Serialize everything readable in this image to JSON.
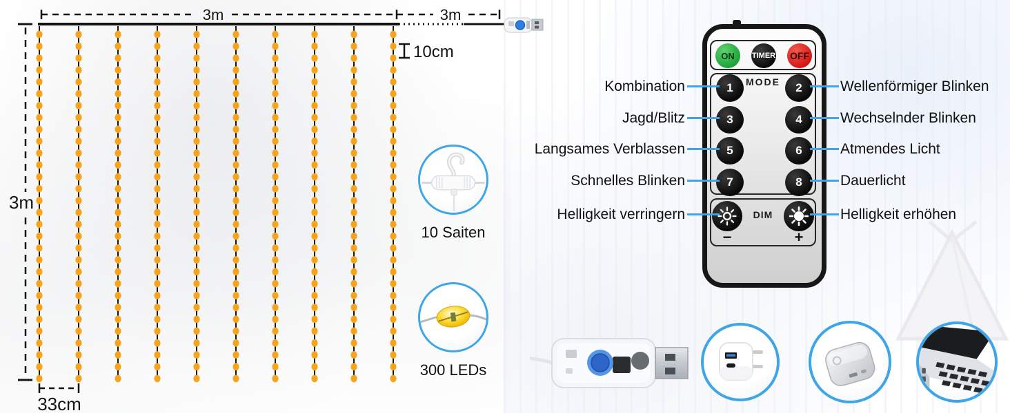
{
  "curtain": {
    "top_width_label": "3m",
    "lead_wire_label": "3m",
    "height_label": "3m",
    "led_spacing_label": "10cm",
    "strand_spacing_label": "33cm",
    "strand_count": 10,
    "leds_per_strand": 30,
    "led_color": "#F6A41E"
  },
  "callouts": {
    "strings": {
      "label": "10 Saiten",
      "icon": "hook-icon"
    },
    "leds": {
      "label": "300 LEDs",
      "icon": "led-bulb-icon"
    }
  },
  "remote": {
    "power": {
      "on": "ON",
      "timer": "TIMER",
      "off": "OFF"
    },
    "mode_title": "MODE",
    "modes": [
      "1",
      "2",
      "3",
      "4",
      "5",
      "6",
      "7",
      "8"
    ],
    "dim_title": "DIM",
    "dim_minus": "−",
    "dim_plus": "+",
    "accent_color": "#3FA5E6"
  },
  "function_labels": {
    "left": [
      "Kombination",
      "Jagd/Blitz",
      "Langsames Verblassen",
      "Schnelles Blinken",
      "Helligkeit verringern"
    ],
    "right": [
      "Wellenförmiger Blinken",
      "Wechselnder Blinken",
      "Atmendes Licht",
      "Dauerlicht",
      "Helligkeit erhöhen"
    ]
  },
  "power_options": {
    "icons": [
      "usb-controller",
      "usb-power-adapter",
      "power-bank",
      "laptop"
    ]
  }
}
